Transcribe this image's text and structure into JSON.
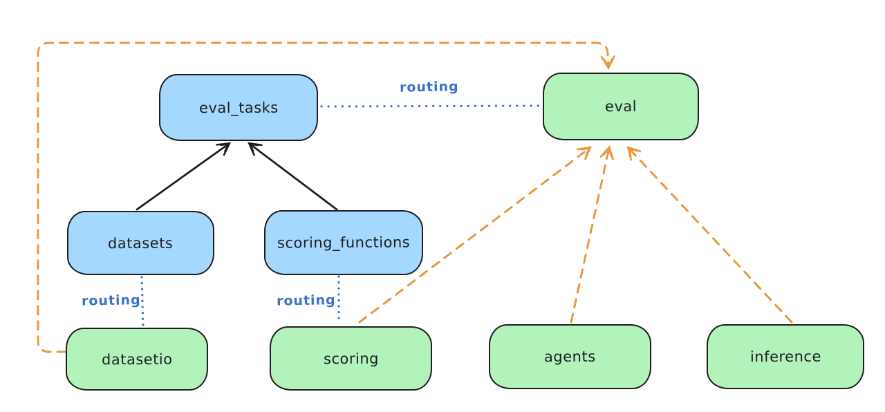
{
  "diagram": {
    "type": "architecture-graph",
    "colors": {
      "background": "#ffffff",
      "node_stroke": "#1e1e1e",
      "blue_node_fill": "#a5d8ff",
      "green_node_fill": "#b2f2bb",
      "routing_blue": "#3b73c5",
      "dashed_orange": "#e9983e",
      "solid_arrow_black": "#1e1e1e"
    },
    "nodes": [
      {
        "id": "eval_tasks",
        "label": "eval_tasks",
        "color": "blue"
      },
      {
        "id": "eval",
        "label": "eval",
        "color": "green"
      },
      {
        "id": "datasets",
        "label": "datasets",
        "color": "blue"
      },
      {
        "id": "scoring_functions",
        "label": "scoring_functions",
        "color": "blue"
      },
      {
        "id": "datasetio",
        "label": "datasetio",
        "color": "green"
      },
      {
        "id": "scoring",
        "label": "scoring",
        "color": "green"
      },
      {
        "id": "agents",
        "label": "agents",
        "color": "green"
      },
      {
        "id": "inference",
        "label": "inference",
        "color": "green"
      }
    ],
    "edges": [
      {
        "from": "datasets",
        "to": "eval_tasks",
        "style": "solid-arrow",
        "color": "black",
        "label": ""
      },
      {
        "from": "scoring_functions",
        "to": "eval_tasks",
        "style": "solid-arrow",
        "color": "black",
        "label": ""
      },
      {
        "from": "eval_tasks",
        "to": "eval",
        "style": "dotted",
        "color": "blue",
        "label": "routing"
      },
      {
        "from": "datasets",
        "to": "datasetio",
        "style": "dotted",
        "color": "blue",
        "label": "routing"
      },
      {
        "from": "scoring_functions",
        "to": "scoring",
        "style": "dotted",
        "color": "blue",
        "label": "routing"
      },
      {
        "from": "datasetio",
        "to": "eval",
        "style": "dashed-arrow",
        "color": "orange",
        "label": ""
      },
      {
        "from": "scoring",
        "to": "eval",
        "style": "dashed-arrow",
        "color": "orange",
        "label": ""
      },
      {
        "from": "agents",
        "to": "eval",
        "style": "dashed-arrow",
        "color": "orange",
        "label": ""
      },
      {
        "from": "inference",
        "to": "eval",
        "style": "dashed-arrow",
        "color": "orange",
        "label": ""
      }
    ]
  }
}
